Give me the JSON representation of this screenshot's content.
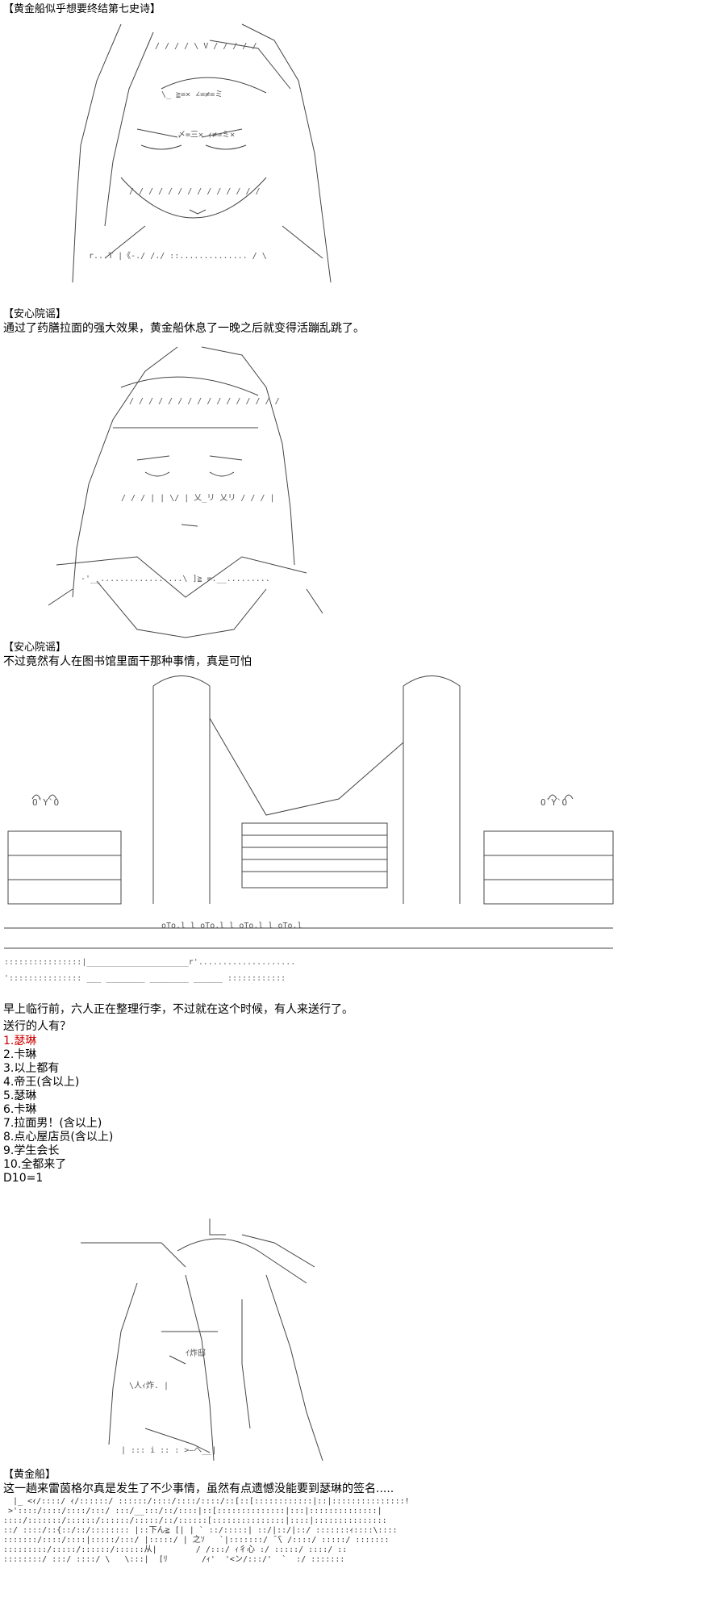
{
  "blocks": {
    "header1": "【黄金船似乎想要终结第七史诗】",
    "speaker2": "【安心院谣】",
    "line2": "通过了药膳拉面的强大效果，黄金船休息了一晚之后就变得活蹦乱跳了。",
    "speaker3": "【安心院谣】",
    "line3": "不过竟然有人在图书馆里面干那种事情，真是可怕",
    "line4": "早上临行前，六人正在整理行李，不过就在这个时候，有人来送行了。",
    "question": "送行的人有？",
    "dice": "D10=1",
    "speaker5": "【黄金船】",
    "line5": "这一趟来雷茵格尔真是发生了不少事情，虽然有点遗憾没能要到瑟琳的签名....."
  },
  "options": [
    "1.瑟琳",
    "2.卡琳",
    "3.以上都有",
    "4.帝王(含以上)",
    "5.瑟琳",
    "6.卡琳",
    "7.拉面男！(含以上)",
    "8.点心屋店员(含以上)",
    "9.学生会长",
    "10.全都来了"
  ],
  "selected_option": 0,
  "colors": {
    "selected": "#cc0000",
    "text": "#000000",
    "art": "#444444"
  }
}
